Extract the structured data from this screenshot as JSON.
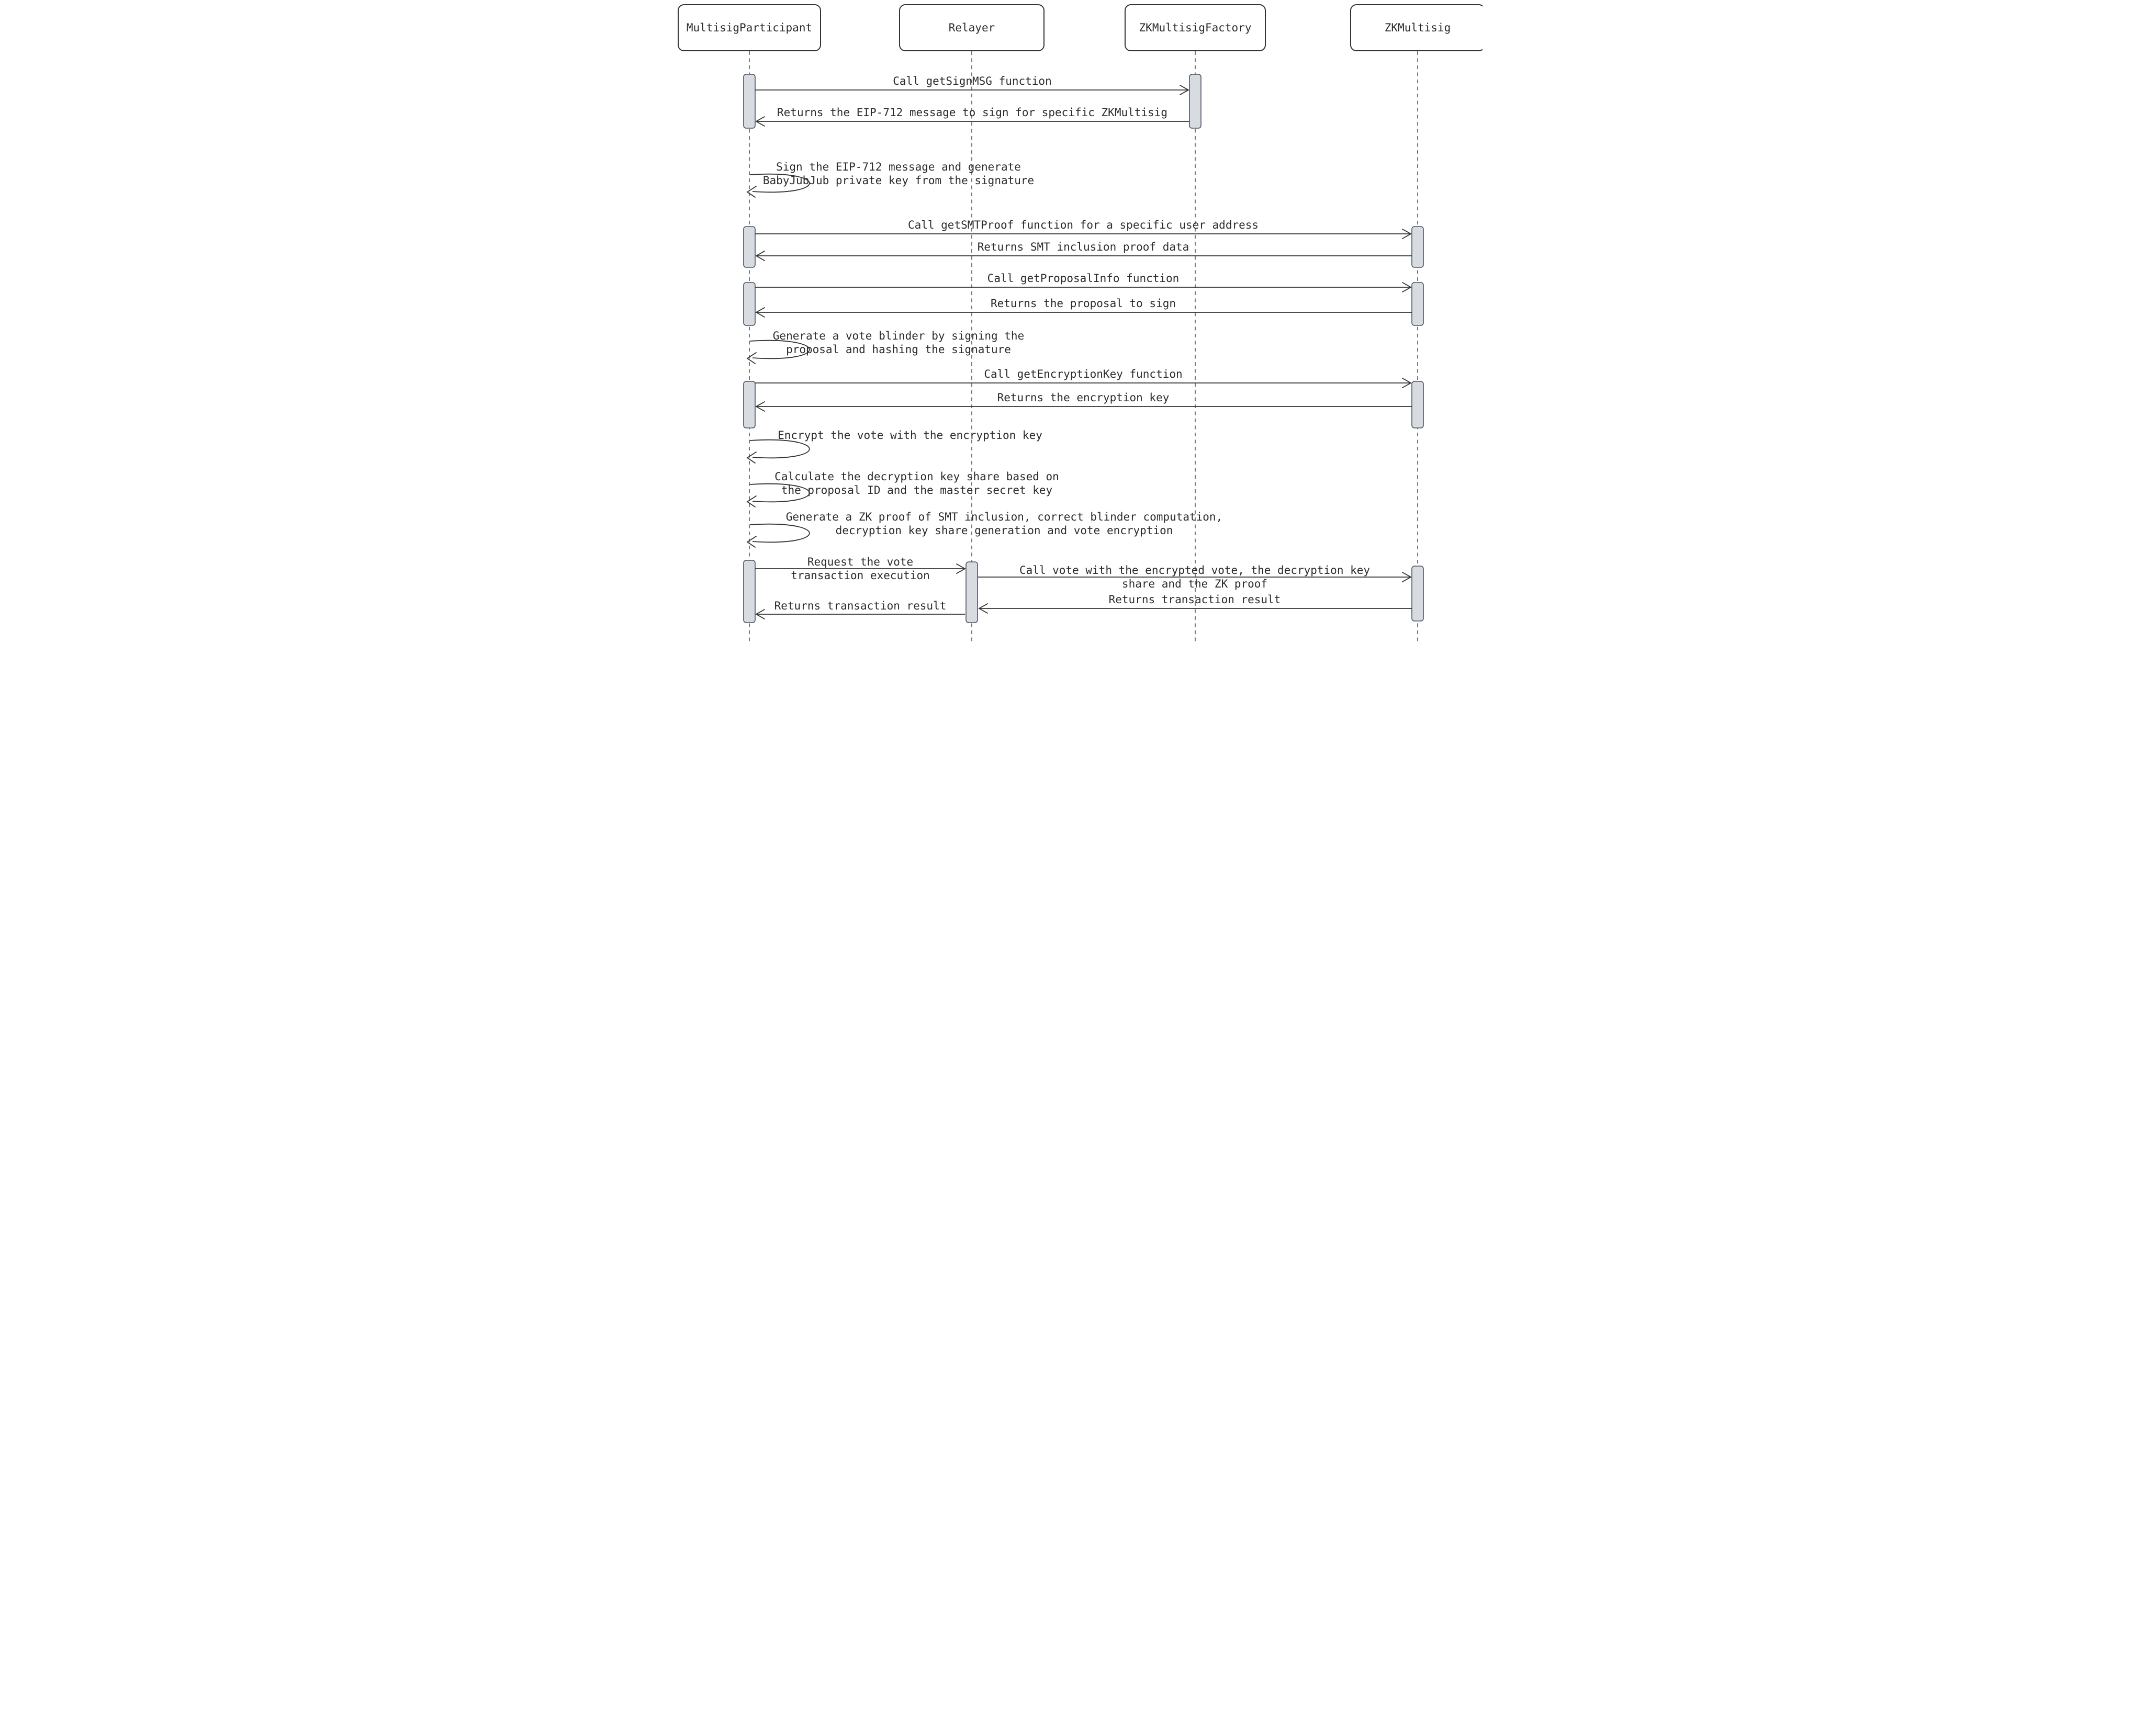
{
  "diagram": {
    "kind": "sequence-diagram",
    "participants": [
      {
        "name": "MultisigParticipant"
      },
      {
        "name": "Relayer"
      },
      {
        "name": "ZKMultisigFactory"
      },
      {
        "name": "ZKMultisig"
      }
    ],
    "messages": [
      {
        "from": "MultisigParticipant",
        "to": "ZKMultisigFactory",
        "type": "call",
        "lines": [
          "Call getSignMSG function"
        ]
      },
      {
        "from": "ZKMultisigFactory",
        "to": "MultisigParticipant",
        "type": "return",
        "lines": [
          "Returns the EIP-712 message to sign for specific ZKMultisig"
        ]
      },
      {
        "from": "MultisigParticipant",
        "to": "MultisigParticipant",
        "type": "self",
        "lines": [
          "Sign the EIP-712 message and generate",
          "BabyJubJub private key from the signature"
        ]
      },
      {
        "from": "MultisigParticipant",
        "to": "ZKMultisig",
        "type": "call",
        "lines": [
          "Call getSMTProof function for a specific user address"
        ]
      },
      {
        "from": "ZKMultisig",
        "to": "MultisigParticipant",
        "type": "return",
        "lines": [
          "Returns SMT inclusion proof data"
        ]
      },
      {
        "from": "MultisigParticipant",
        "to": "ZKMultisig",
        "type": "call",
        "lines": [
          "Call getProposalInfo function"
        ]
      },
      {
        "from": "ZKMultisig",
        "to": "MultisigParticipant",
        "type": "return",
        "lines": [
          "Returns the proposal to sign"
        ]
      },
      {
        "from": "MultisigParticipant",
        "to": "MultisigParticipant",
        "type": "self",
        "lines": [
          "Generate a vote blinder by signing the",
          "proposal and hashing the signature"
        ]
      },
      {
        "from": "MultisigParticipant",
        "to": "ZKMultisig",
        "type": "call",
        "lines": [
          "Call getEncryptionKey function"
        ]
      },
      {
        "from": "ZKMultisig",
        "to": "MultisigParticipant",
        "type": "return",
        "lines": [
          "Returns the encryption key"
        ]
      },
      {
        "from": "MultisigParticipant",
        "to": "MultisigParticipant",
        "type": "self",
        "lines": [
          "Encrypt the vote with the encryption key"
        ]
      },
      {
        "from": "MultisigParticipant",
        "to": "MultisigParticipant",
        "type": "self",
        "lines": [
          "Calculate the decryption key share based on",
          "the proposal ID and the master secret key"
        ]
      },
      {
        "from": "MultisigParticipant",
        "to": "MultisigParticipant",
        "type": "self",
        "lines": [
          "Generate a ZK proof of SMT inclusion, correct blinder computation,",
          "decryption key share generation and vote encryption"
        ]
      },
      {
        "from": "MultisigParticipant",
        "to": "Relayer",
        "type": "call",
        "lines": [
          "Request the vote",
          "transaction execution"
        ]
      },
      {
        "from": "Relayer",
        "to": "ZKMultisig",
        "type": "call",
        "lines": [
          "Call vote with the encrypted vote, the decryption key",
          "share and the ZK proof"
        ]
      },
      {
        "from": "ZKMultisig",
        "to": "Relayer",
        "type": "return",
        "lines": [
          "Returns transaction result"
        ]
      },
      {
        "from": "Relayer",
        "to": "MultisigParticipant",
        "type": "return",
        "lines": [
          "Returns transaction result"
        ]
      }
    ],
    "colors": {
      "background": "#ffffff",
      "line": "#333333",
      "text": "#2b2b2b",
      "actor_fill": "#ffffff",
      "actor_border": "#343434",
      "activation_fill": "#d8dce0",
      "activation_border": "#4b5362"
    }
  }
}
